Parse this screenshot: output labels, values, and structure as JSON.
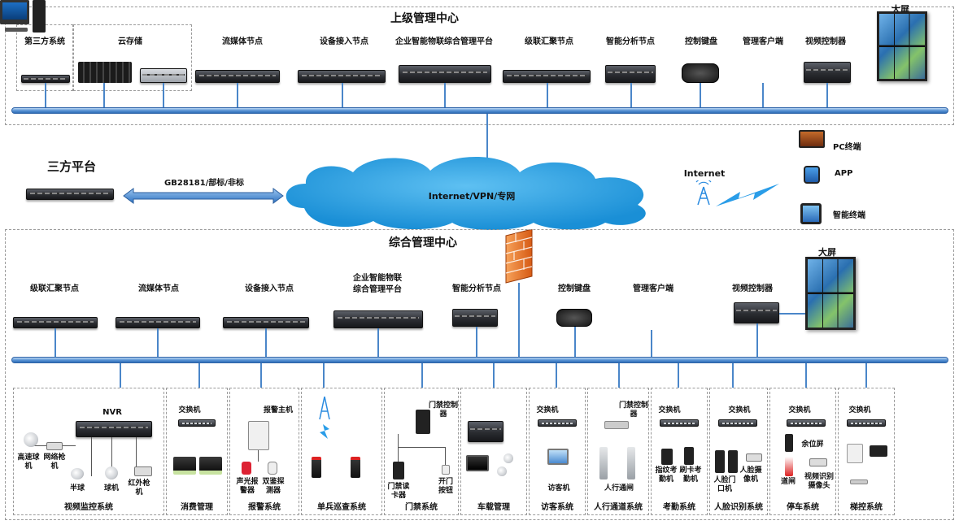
{
  "top": {
    "title": "上级管理中心",
    "nodes": [
      "第三方系统",
      "云存储",
      "流媒体节点",
      "设备接入节点",
      "企业智能物联综合管理平台",
      "级联汇聚节点",
      "智能分析节点",
      "控制键盘",
      "管理客户端",
      "视频控制器"
    ],
    "wall_label": "大屏"
  },
  "middle": {
    "third_party": "三方平台",
    "protocol": "GB28181/部标/非标",
    "cloud": "Internet/VPN/专网",
    "internet": "Internet",
    "clients": [
      "PC终端",
      "APP",
      "智能终端"
    ]
  },
  "bottom": {
    "title": "综合管理中心",
    "nodes": [
      "级联汇聚节点",
      "流媒体节点",
      "设备接入节点",
      "企业智能物联",
      "综合管理平台",
      "智能分析节点",
      "控制键盘",
      "管理客户端",
      "视频控制器"
    ],
    "wall_label": "大屏"
  },
  "systems": {
    "video": {
      "name": "视频监控系统",
      "nvr": "NVR",
      "devices": [
        "高速球机",
        "网络枪机",
        "半球",
        "球机",
        "红外枪机"
      ]
    },
    "consume": {
      "name": "消费管理",
      "switch": "交换机"
    },
    "alarm": {
      "name": "报警系统",
      "host": "报警主机",
      "devices": [
        "声光报警器",
        "双鉴探测器"
      ]
    },
    "patrol": {
      "name": "单兵巡查系统"
    },
    "door": {
      "name": "门禁系统",
      "ctrl": "门禁控制器",
      "devices": [
        "门禁读卡器",
        "开门按钮"
      ]
    },
    "vehicle": {
      "name": "车载管理"
    },
    "visitor": {
      "name": "访客系统",
      "switch": "交换机",
      "device": "访客机"
    },
    "passage": {
      "name": "人行通道系统",
      "ctrl": "门禁控制器",
      "device": "人行通闸"
    },
    "attendance": {
      "name": "考勤系统",
      "switch": "交换机",
      "devices": [
        "指纹考勤机",
        "刷卡考勤机"
      ]
    },
    "face": {
      "name": "人脸识别系统",
      "switch": "交换机",
      "devices": [
        "人脸门口机",
        "人脸摄像机"
      ]
    },
    "parking": {
      "name": "停车系统",
      "switch": "交换机",
      "devices": [
        "余位屏",
        "道闸",
        "视频识别摄像头"
      ]
    },
    "elevator": {
      "name": "梯控系统",
      "switch": "交换机"
    }
  }
}
